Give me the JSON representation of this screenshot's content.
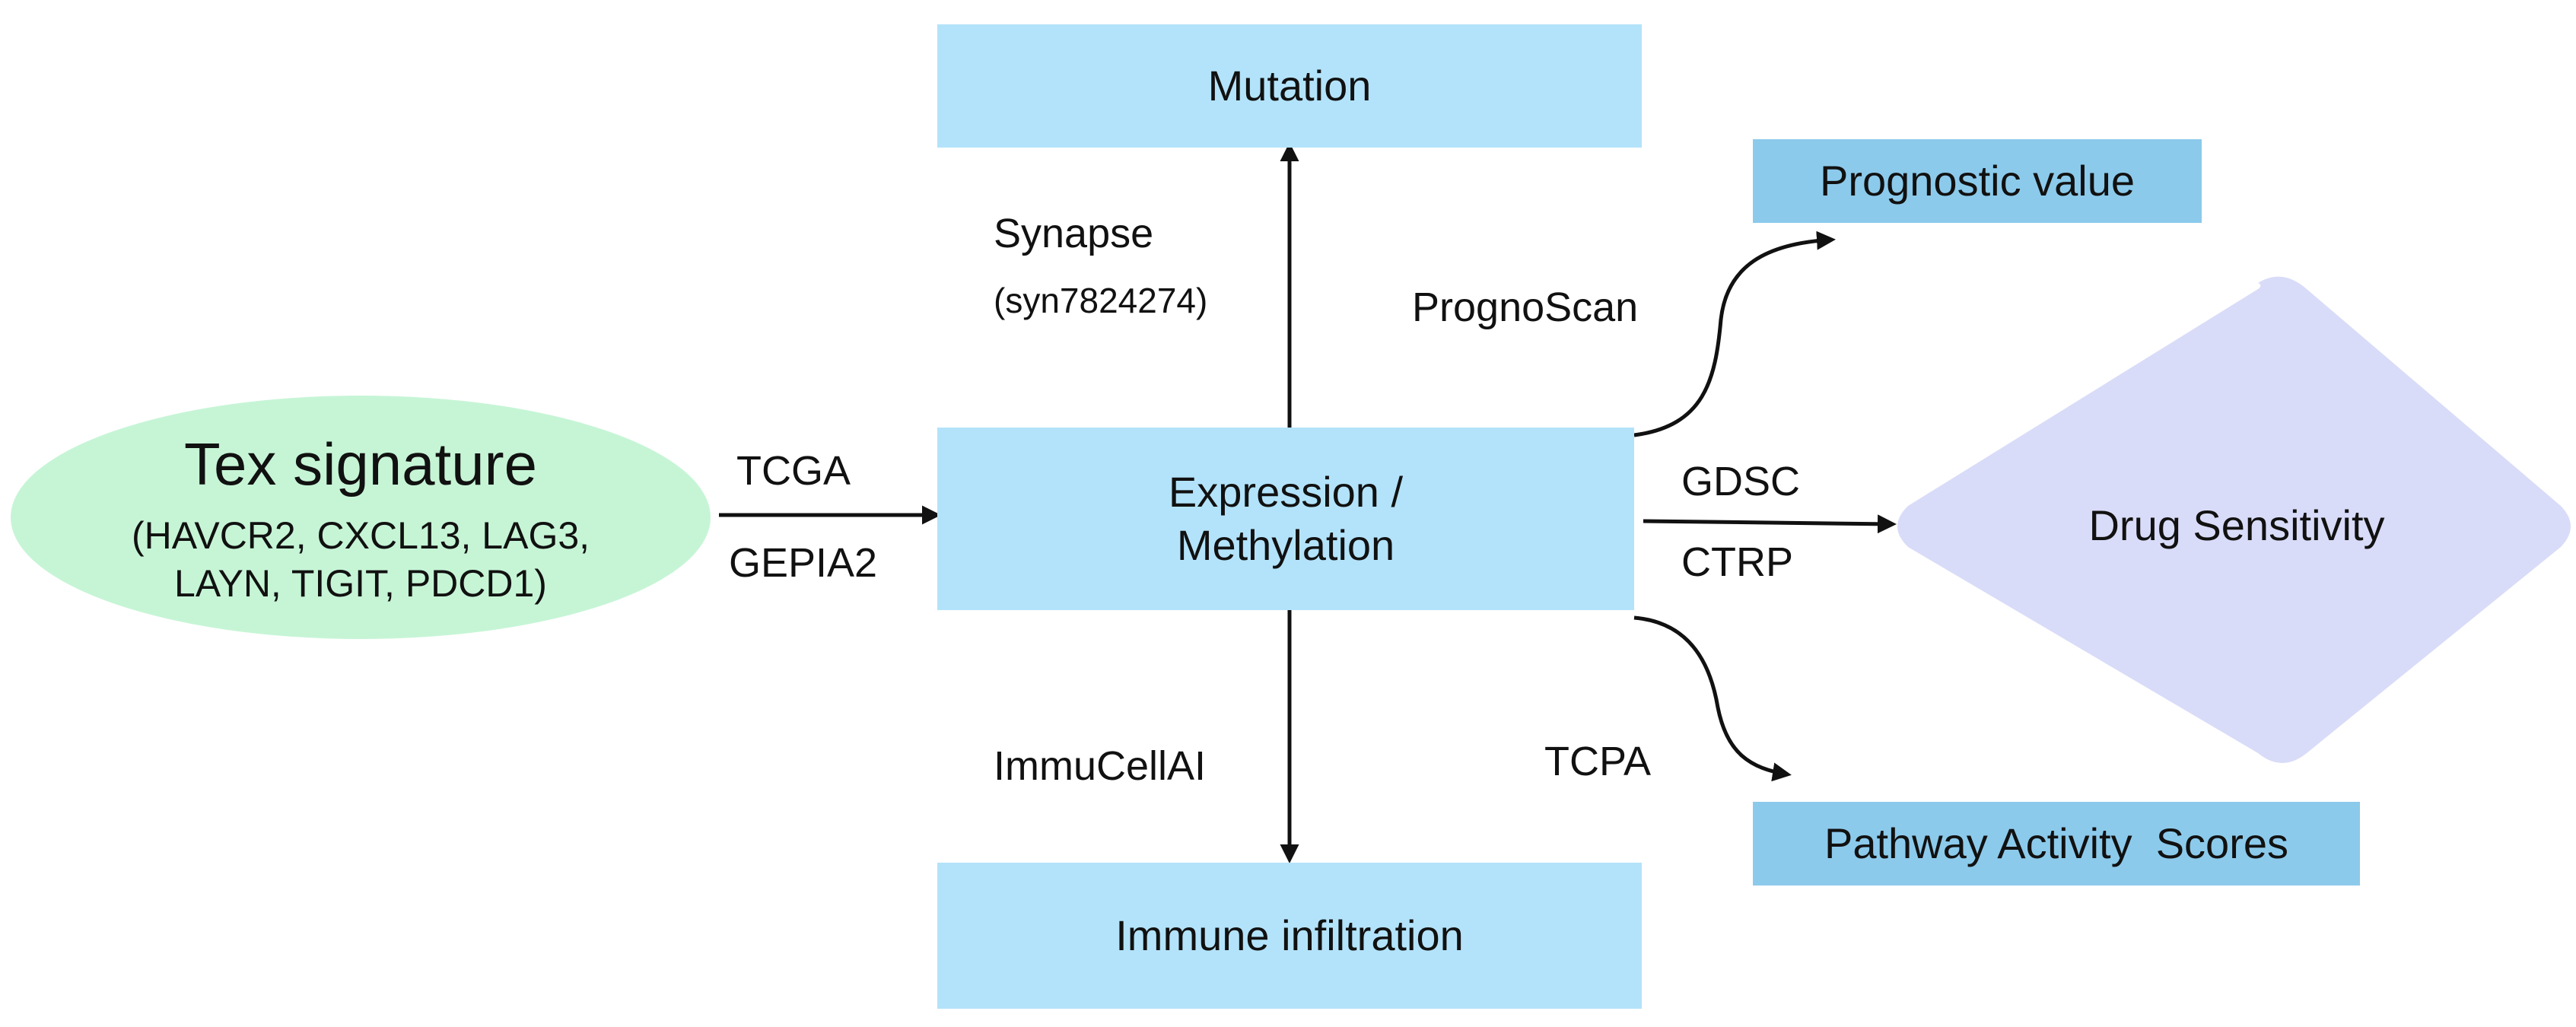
{
  "nodes": {
    "tex": {
      "title": "Tex signature",
      "genes_line1": "(HAVCR2, CXCL13, LAG3,",
      "genes_line2": "LAYN, TIGIT, PDCD1)",
      "color": "#c6f5d6"
    },
    "expression": {
      "line1": "Expression /",
      "line2": "Methylation",
      "color": "#b3e3fa"
    },
    "mutation": {
      "label": "Mutation",
      "color": "#b3e3fa"
    },
    "immune": {
      "label": "Immune infiltration",
      "color": "#b3e3fa"
    },
    "prognostic": {
      "label": "Prognostic value",
      "color": "#8ccaeb"
    },
    "drug": {
      "label": "Drug Sensitivity",
      "color": "#d9dcf8"
    },
    "pathway": {
      "label": "Pathway Activity  Scores",
      "color": "#8ccaeb"
    }
  },
  "edges": {
    "tex_to_expression": {
      "above": "TCGA",
      "below": "GEPIA2"
    },
    "expression_to_mutation": {
      "line1": "Synapse",
      "line2": "(syn7824274)"
    },
    "expression_to_immune": {
      "label": "ImmuCellAI"
    },
    "expression_to_prognostic": {
      "label": "PrognoScan"
    },
    "expression_to_drug": {
      "above": "GDSC",
      "below": "CTRP"
    },
    "expression_to_pathway": {
      "label": "TCPA"
    }
  }
}
